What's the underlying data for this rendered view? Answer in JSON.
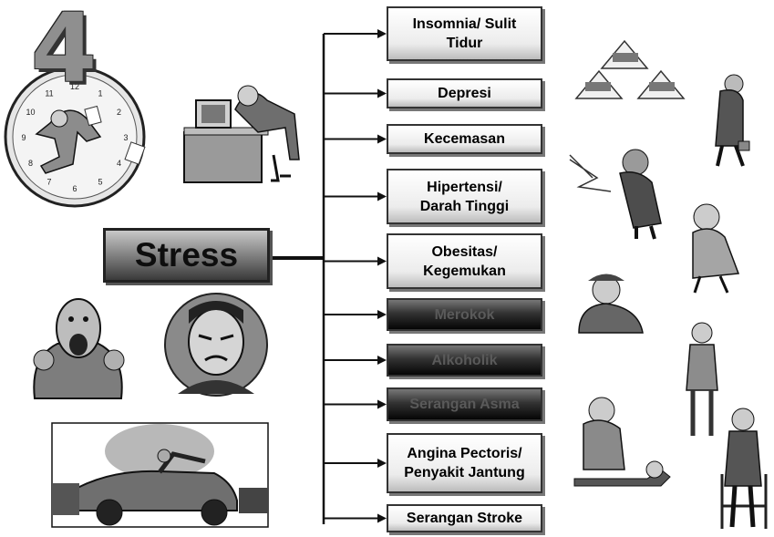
{
  "badge_number": "4",
  "stress_label": "Stress",
  "clock_numbers": [
    "12",
    "1",
    "2",
    "3",
    "4",
    "5",
    "6",
    "7",
    "8",
    "9",
    "10",
    "11"
  ],
  "outcomes": [
    {
      "lines": [
        "Insomnia/   Sulit",
        "Tidur"
      ],
      "style": "light"
    },
    {
      "lines": [
        "Depresi"
      ],
      "style": "light"
    },
    {
      "lines": [
        "Kecemasan"
      ],
      "style": "light"
    },
    {
      "lines": [
        "Hipertensi/",
        "Darah Tinggi"
      ],
      "style": "light"
    },
    {
      "lines": [
        "Obesitas/",
        "Kegemukan"
      ],
      "style": "light"
    },
    {
      "lines": [
        "Merokok"
      ],
      "style": "dark"
    },
    {
      "lines": [
        "Alkoholik"
      ],
      "style": "dark"
    },
    {
      "lines": [
        "Serangan Asma"
      ],
      "style": "dark"
    },
    {
      "lines": [
        "Angina Pectoris/",
        "Penyakit Jantung"
      ],
      "style": "light"
    },
    {
      "lines": [
        "Serangan Stroke"
      ],
      "style": "light"
    }
  ],
  "illustrations": [
    "running-clock-man-illustration",
    "stressed-office-worker-illustration",
    "screaming-man-illustration",
    "angry-man-portrait-illustration",
    "car-road-rage-illustration",
    "restless-sleep-illustration",
    "depressed-man-illustration",
    "anxious-man-illustration",
    "hypertension-woman-illustration",
    "smoking-man-illustration",
    "drinking-man-illustration",
    "asthma-cpr-illustration",
    "elderly-walker-illustration"
  ],
  "colors": {
    "dark_box": "#1a1a1a",
    "light_box": "#f2f2f2",
    "line": "#111111"
  }
}
